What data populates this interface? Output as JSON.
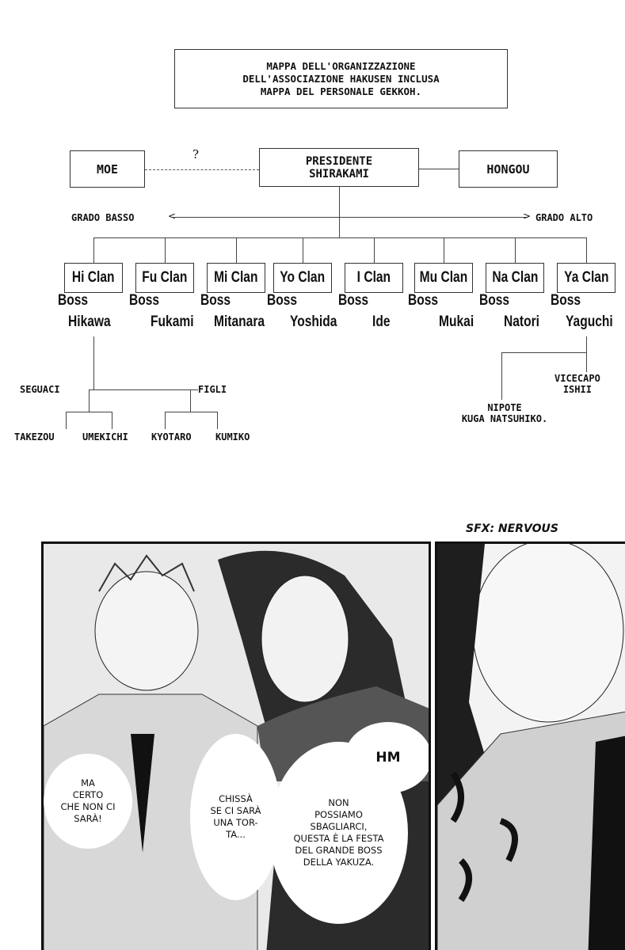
{
  "header": {
    "title_lines": [
      "MAPPA DELL'ORGANIZZAZIONE",
      "DELL'ASSOCIAZIONE HAKUSEN INCLUSA",
      "MAPPA DEL PERSONALE GEKKOH."
    ]
  },
  "top": {
    "moe": "MOE",
    "unknown": "?",
    "president_lines": [
      "PRESIDENTE",
      "SHIRAKAMI"
    ],
    "hongou": "HONGOU"
  },
  "rank": {
    "low": "GRADO BASSO",
    "high": "GRADO ALTO"
  },
  "clans": [
    {
      "name": "Hi Clan",
      "boss": "Boss",
      "leader": "Hikawa"
    },
    {
      "name": "Fu Clan",
      "boss": "Boss",
      "leader": "Fukami"
    },
    {
      "name": "Mi Clan",
      "boss": "Boss",
      "leader": "Mitanara"
    },
    {
      "name": "Yo Clan",
      "boss": "Boss",
      "leader": "Yoshida"
    },
    {
      "name": "I Clan",
      "boss": "Boss",
      "leader": "Ide"
    },
    {
      "name": "Mu Clan",
      "boss": "Boss",
      "leader": "Mukai"
    },
    {
      "name": "Na Clan",
      "boss": "Boss",
      "leader": "Natori"
    },
    {
      "name": "Ya Clan",
      "boss": "Boss",
      "leader": "Yaguchi"
    }
  ],
  "hikawa": {
    "followers": "SEGUACI",
    "children": "FIGLI",
    "members": [
      "TAKEZOU",
      "UMEKICHI",
      "KYOTARO",
      "KUMIKO"
    ]
  },
  "yaguchi": {
    "vice_lines": [
      "VICECAPO",
      "ISHII"
    ],
    "nephew_lines": [
      "NIPOTE",
      "KUGA NATSUHIKO."
    ]
  },
  "manga": {
    "sfx": "SFX: NERVOUS",
    "bubbles": {
      "hm": "HM",
      "ma_certo": [
        "MA",
        "CERTO",
        "CHE NON CI",
        "SARÀ!"
      ],
      "chissa": [
        "CHISSÀ",
        "SE CI SARÀ",
        "UNA TOR-",
        "TA..."
      ],
      "non_possiamo": [
        "NON",
        "POSSIAMO",
        "SBAGLIARCI,",
        "QUESTA È LA FESTA",
        "DEL GRANDE BOSS",
        "DELLA YAKUZA."
      ]
    }
  }
}
